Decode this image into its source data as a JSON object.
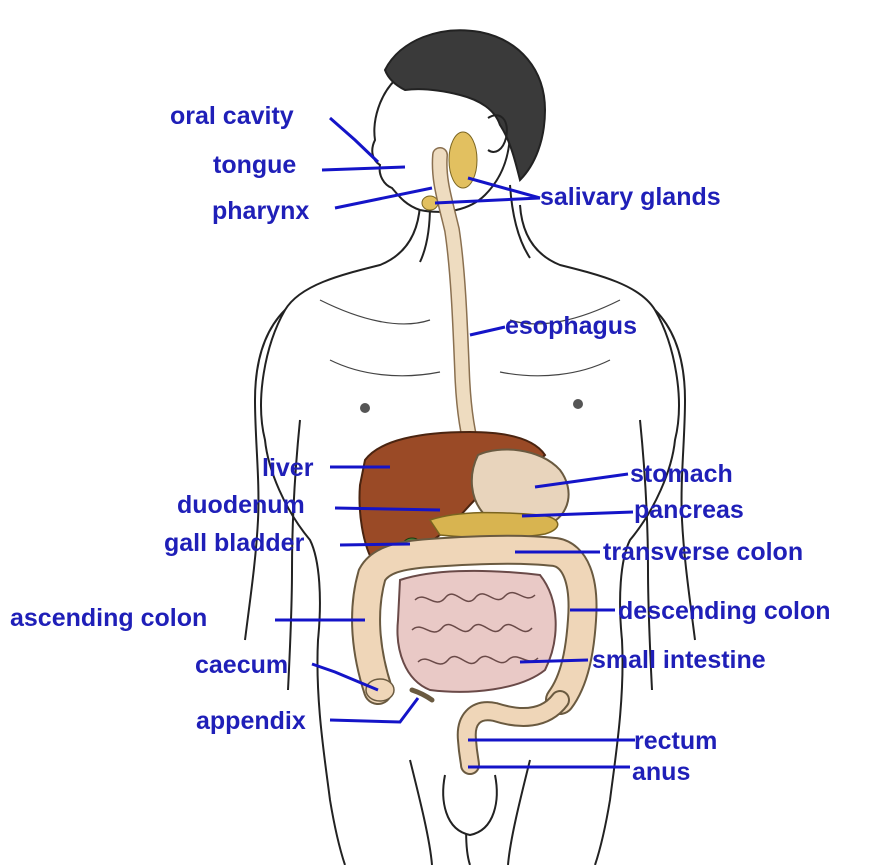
{
  "colors": {
    "label": "#1f1fb8",
    "leader_line": "#1414c8",
    "outline": "#222222",
    "skin": "#ffffff",
    "hair": "#3a3a3a",
    "esophagus": "#eedcc0",
    "liver": "#9a4a26",
    "stomach": "#e8d4bc",
    "pancreas": "#d8b450",
    "gall_bladder": "#4a8a3a",
    "salivary_glands": "#e2c060",
    "colon": "#efd6b8",
    "small_intestine": "#e9c9c6"
  },
  "labels": {
    "oral_cavity": "oral cavity",
    "tongue": "tongue",
    "pharynx": "pharynx",
    "salivary_glands": "salivary glands",
    "esophagus": "esophagus",
    "liver": "liver",
    "stomach": "stomach",
    "duodenum": "duodenum",
    "pancreas": "pancreas",
    "gall_bladder": "gall bladder",
    "transverse_colon": "transverse colon",
    "ascending_colon": "ascending colon",
    "descending_colon": "descending colon",
    "caecum": "caecum",
    "small_intestine": "small intestine",
    "appendix": "appendix",
    "rectum": "rectum",
    "anus": "anus"
  }
}
